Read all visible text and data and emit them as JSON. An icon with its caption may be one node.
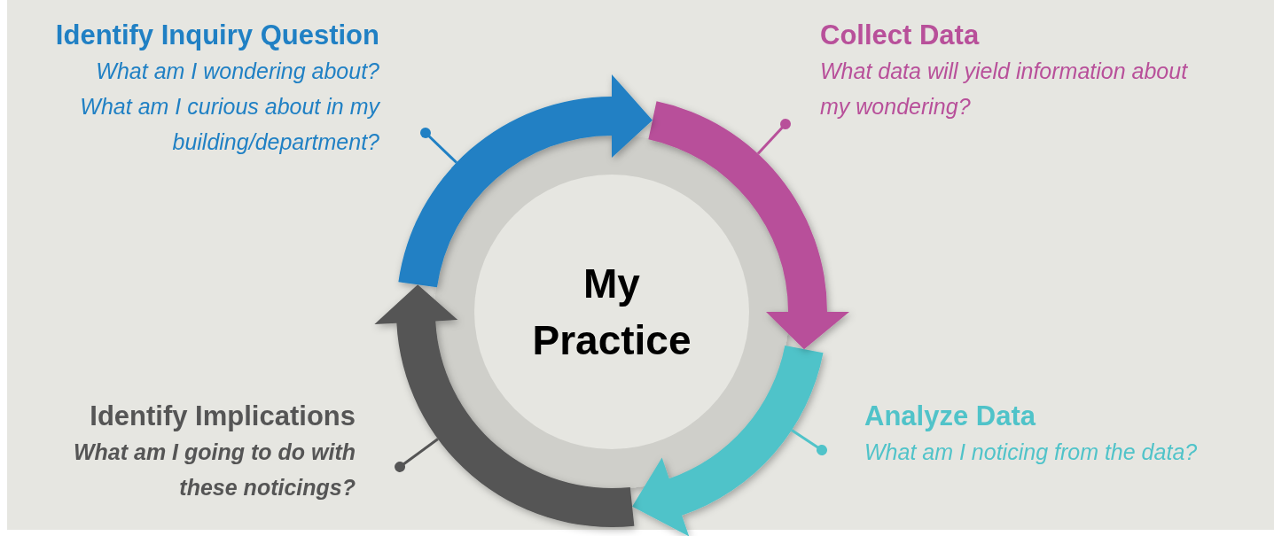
{
  "diagram": {
    "nodes": [
      {
        "text": [
          "Identify Inquiry Question",
          "What am I wondering about?",
          "What am I curious about in my building/department?"
        ]
      },
      {
        "text": [
          "Collect Data",
          "What data will yield information about my wondering?"
        ]
      },
      {
        "text": [
          "Analyze Data",
          "What am I noticing from the data?"
        ]
      },
      {
        "text": [
          "Identify Implications",
          "What am I going to do with these noticings?"
        ]
      },
      {
        "text": [
          "My Practice"
        ]
      }
    ],
    "edges": [
      {
        "from": 0,
        "to": null,
        "arrow": "other",
        "color": "#2080c4"
      },
      {
        "from": 1,
        "to": null,
        "arrow": "other",
        "color": "#b8509a"
      },
      {
        "from": 2,
        "to": null,
        "arrow": "other",
        "color": "#50c3c9"
      },
      {
        "from": 3,
        "to": null,
        "arrow": "other",
        "color": "#555555"
      }
    ]
  }
}
